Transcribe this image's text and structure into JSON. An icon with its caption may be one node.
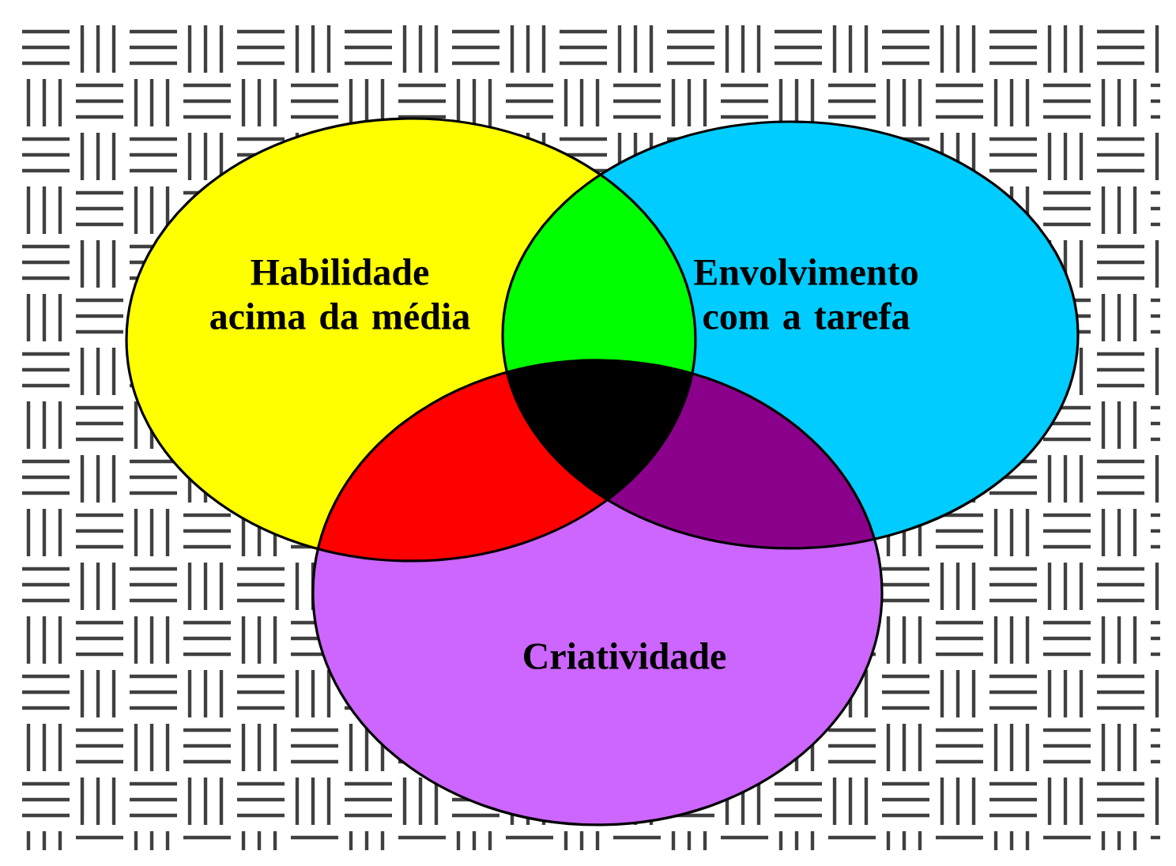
{
  "diagram": {
    "nodes": [
      {
        "text": [
          "Habilidade acima da média"
        ]
      },
      {
        "text": [
          "Envolvimento com a tarefa"
        ]
      },
      {
        "text": [
          "Criatividade"
        ]
      }
    ]
  }
}
